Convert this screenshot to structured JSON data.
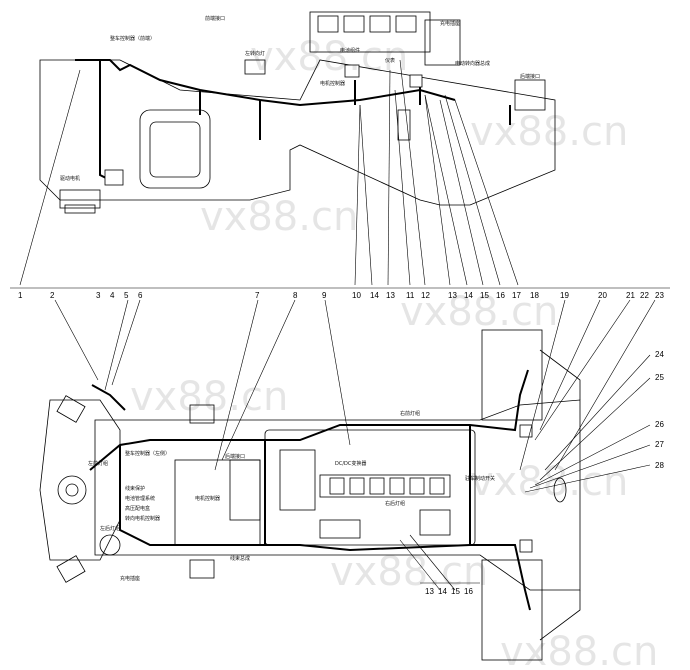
{
  "watermark": {
    "text": "vx88.cn"
  },
  "top_view": {
    "labels": [
      "整车控制器（前端）",
      "前端接口",
      "左转向灯",
      "电池组件",
      "充电插座",
      "电机控制器",
      "仪表",
      "驱动电机",
      "后端接口",
      "电动转向器总成"
    ]
  },
  "bottom_view": {
    "labels": [
      "左前灯组",
      "整车控制器（左侧）",
      "线束保护",
      "电池管理系统",
      "高压配电盒",
      "转向电机控制器",
      "左后灯组",
      "充电插座",
      "后端接口",
      "电机控制器",
      "右前灯组",
      "DC/DC变换器",
      "右后灯组",
      "驻车制动开关",
      "线束总成"
    ]
  },
  "callouts_top": [
    "1",
    "2",
    "3",
    "4",
    "5",
    "6",
    "7",
    "8",
    "9",
    "10",
    "14",
    "13",
    "11",
    "12",
    "13",
    "14",
    "15",
    "16",
    "17",
    "18",
    "19",
    "20",
    "21",
    "22",
    "23"
  ],
  "callouts_side": [
    "24",
    "25",
    "26",
    "27",
    "28"
  ],
  "callouts_bottom": [
    "13",
    "14",
    "15",
    "16"
  ]
}
